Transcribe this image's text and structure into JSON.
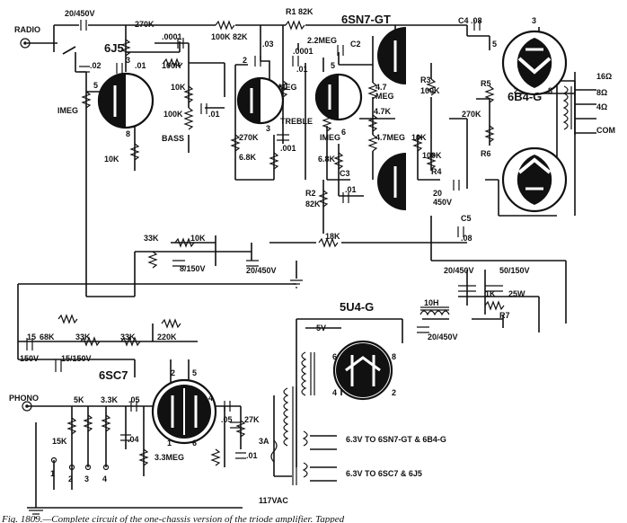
{
  "figure": {
    "caption": "Fig. 1809.—Complete circuit of the one-chassis version of the triode amplifier. Tapped"
  },
  "tubes": {
    "input": "6J5",
    "driver": "6SN7-GT",
    "output": "6B4-G",
    "rectifier": "5U4-G",
    "phono": "6SC7"
  },
  "inputs": {
    "radio": "RADIO",
    "phono": "PHONO"
  },
  "labels": {
    "c_20_450_top": "20/450V",
    "r_270k_a": "270K",
    "c_0001": ".0001",
    "r_100k_82k": "100K 82K",
    "r1_82k": "R1  82K",
    "c2": "C2",
    "c4": "C4  .08",
    "c_02": ".02",
    "c_01_a": ".01",
    "r_100k_a": "100K",
    "r_10k_a": "10K",
    "r_100k_b": "100K",
    "c_01_b": ".01",
    "bass": "BASS",
    "imeg_a": "IMEG",
    "r_10k_b": "10K",
    "c_03": ".03",
    "r_270k_b": "270K",
    "r_68k_a": "6.8K",
    "meg_2": "2.2MEG",
    "c_0001_b": ".0001",
    "c_01_c": ".01",
    "meg_label": "MEG",
    "treble": "TREBLE",
    "c_001": ".001",
    "imeg_b": "IMEG",
    "r_68k_b": "6.8K",
    "c3": "C3",
    "c_01_d": ".01",
    "r2": "R2",
    "r2_val": "82K",
    "meg47_a": "4.7\nMEG",
    "r_47k": "4.7K",
    "meg47_b": "4.7MEG",
    "r3": "R3",
    "r3_val": "100K",
    "r_10k_c": "10K",
    "r_100k_c": "100K",
    "r4": "R4",
    "c_20_450_mid": "20\n450V",
    "r5": "R5",
    "r_270k_c": "270K",
    "r6": "R6",
    "c5": "C5",
    "c5_val": ".08",
    "tap_16": "16Ω",
    "tap_8": "8Ω",
    "tap_4": "4Ω",
    "com": "COM",
    "r_33k_a": "33K",
    "r_10k_d": "10K",
    "c_8_150": "8/150V",
    "c_20_450_b": "20/450V",
    "r_18k": "18K",
    "c_20_450_c": "20/450V",
    "c_50_150": "50/150V",
    "r_1k": "1K",
    "r_25w": "25W",
    "r7": "R7",
    "choke": "10H",
    "c_20_450_d": "20/450V",
    "v5": "5V",
    "c_15": "15",
    "v150": "150V",
    "r_68k_c": "68K",
    "r_33k_b": "33K",
    "r_33k_c": "33K",
    "c_15_150": "15/150V",
    "r_220k": "220K",
    "r_5k": "5K",
    "r_33k_d": "3.3K",
    "c_05_a": ".05",
    "c_04": ".04",
    "r_15k": "15K",
    "meg33": "3.3MEG",
    "c_05_b": ".05",
    "r_27k": "27K",
    "c_01_e": ".01",
    "fuse": "3A",
    "ac": "117VAC",
    "heater_a": "6.3V TO 6SN7-GT & 6B4-G",
    "heater_b": "6.3V TO 6SC7 & 6J5",
    "pin_1": "1",
    "pin_2": "2",
    "pin_3": "3",
    "pin_4": "4",
    "pin_5": "5",
    "pin_6": "6",
    "pin_8": "8"
  }
}
